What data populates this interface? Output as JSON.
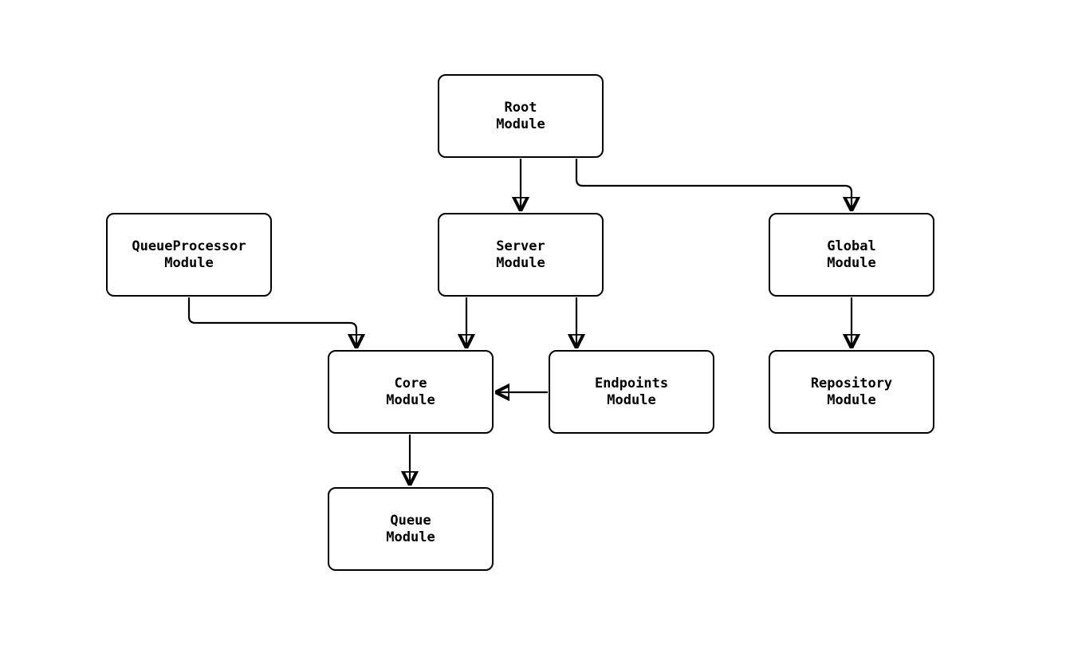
{
  "diagram": {
    "type": "module-dependency-flowchart",
    "background_color": "#ffffff",
    "stroke_color": "#000000",
    "text_color": "#000000",
    "node_fill_color": "#ffffff",
    "nodes": {
      "root": {
        "line1": "Root",
        "line2": "Module"
      },
      "queueProcessor": {
        "line1": "QueueProcessor",
        "line2": "Module"
      },
      "server": {
        "line1": "Server",
        "line2": "Module"
      },
      "global": {
        "line1": "Global",
        "line2": "Module"
      },
      "core": {
        "line1": "Core",
        "line2": "Module"
      },
      "endpoints": {
        "line1": "Endpoints",
        "line2": "Module"
      },
      "repository": {
        "line1": "Repository",
        "line2": "Module"
      },
      "queue": {
        "line1": "Queue",
        "line2": "Module"
      }
    },
    "edges": [
      {
        "from": "Root Module",
        "to": "Server Module"
      },
      {
        "from": "Root Module",
        "to": "Global Module"
      },
      {
        "from": "QueueProcessor Module",
        "to": "Core Module"
      },
      {
        "from": "Server Module",
        "to": "Core Module"
      },
      {
        "from": "Server Module",
        "to": "Endpoints Module"
      },
      {
        "from": "Endpoints Module",
        "to": "Core Module"
      },
      {
        "from": "Global Module",
        "to": "Repository Module"
      },
      {
        "from": "Core Module",
        "to": "Queue Module"
      }
    ]
  }
}
